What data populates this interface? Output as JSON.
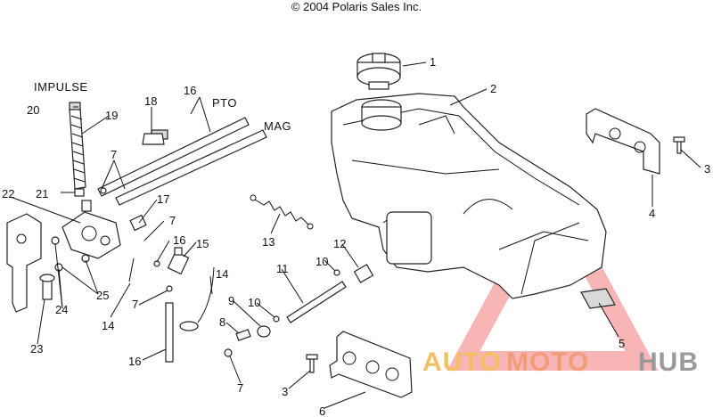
{
  "header": {
    "copyright": "© 2004 Polaris Sales Inc."
  },
  "labels": {
    "impulse": "IMPULSE",
    "pto": "PTO",
    "mag": "MAG"
  },
  "callouts": {
    "n1": "1",
    "n2": "2",
    "n3a": "3",
    "n3b": "3",
    "n4": "4",
    "n5": "5",
    "n6": "6",
    "n7a": "7",
    "n7b": "7",
    "n7c": "7",
    "n7d": "7",
    "n8": "8",
    "n9": "9",
    "n10a": "10",
    "n10b": "10",
    "n11": "11",
    "n12": "12",
    "n13": "13",
    "n14a": "14",
    "n14b": "14",
    "n15": "15",
    "n16a": "16",
    "n16b": "16",
    "n16c": "16",
    "n17": "17",
    "n18": "18",
    "n19": "19",
    "n20": "20",
    "n21": "21",
    "n22": "22",
    "n23": "23",
    "n24": "24",
    "n25": "25"
  },
  "watermark": {
    "part1": "AUTO",
    "part2": "MOTO",
    "part3": "HUB",
    "colors": {
      "triangle": "#f07a78",
      "auto": "#f2c063",
      "moto": "#f29c7a",
      "hub": "#9a9a9a"
    }
  }
}
